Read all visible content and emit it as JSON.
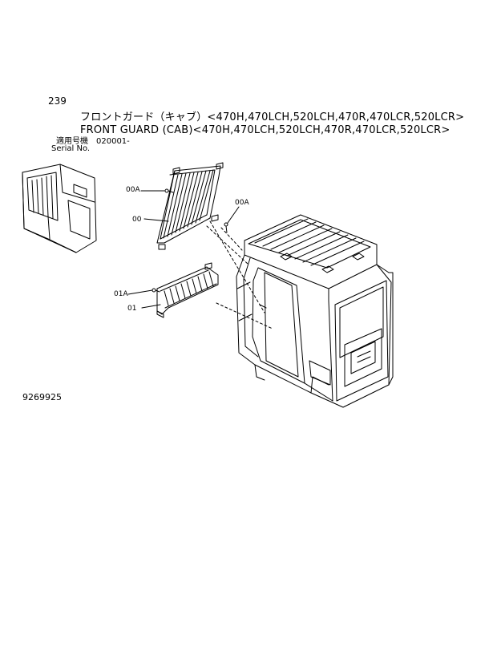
{
  "page_number": "239",
  "title_jp": "フロントガード（キャブ）<470H,470LCH,520LCH,470R,470LCR,520LCR>",
  "title_en": "FRONT GUARD (CAB)<470H,470LCH,520LCH,470R,470LCR,520LCR>",
  "serial_jp": "適用号機　020001-",
  "serial_en": "Serial No.",
  "drawing_number": "9269925",
  "callouts": {
    "bolt_left": "00A",
    "guard_upper": "00",
    "bolt_right": "00A",
    "bolt_lower": "01A",
    "guard_lower": "01"
  }
}
